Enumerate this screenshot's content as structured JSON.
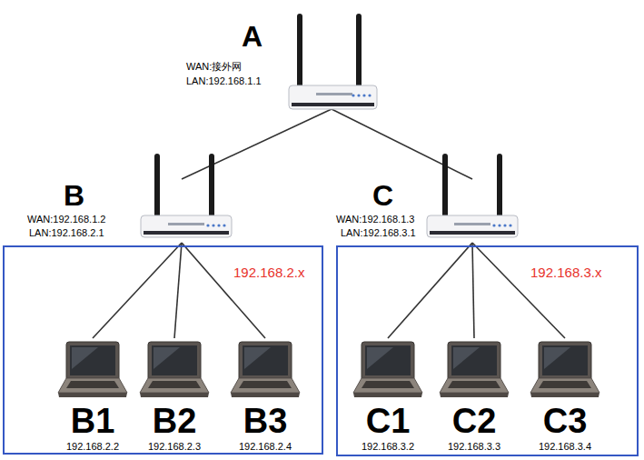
{
  "diagram": {
    "nodes": [
      {
        "text": [
          "A",
          "WAN:接外网",
          "LAN:192.168.1.1"
        ]
      },
      {
        "text": [
          "B",
          "WAN:192.168.1.2",
          "LAN:192.168.2.1"
        ]
      },
      {
        "text": [
          "C",
          "WAN:192.168.1.3",
          "LAN:192.168.3.1"
        ]
      },
      {
        "text": [
          "192.168.2.x"
        ]
      },
      {
        "text": [
          "B1",
          "192.168.2.2"
        ],
        "in": 3
      },
      {
        "text": [
          "B2",
          "192.168.2.3"
        ],
        "in": 3
      },
      {
        "text": [
          "B3",
          "192.168.2.4"
        ],
        "in": 3
      },
      {
        "text": [
          "192.168.3.x"
        ]
      },
      {
        "text": [
          "C1",
          "192.168.3.2"
        ],
        "in": 7
      },
      {
        "text": [
          "C2",
          "192.168.3.3"
        ],
        "in": 7
      },
      {
        "text": [
          "C3",
          "192.168.3.4"
        ],
        "in": 7
      }
    ],
    "edges": [
      {
        "from": 0,
        "to": 1,
        "arrow": "none"
      },
      {
        "from": 0,
        "to": 2,
        "arrow": "none"
      },
      {
        "from": 1,
        "to": 4,
        "arrow": "none"
      },
      {
        "from": 1,
        "to": 5,
        "arrow": "none"
      },
      {
        "from": 1,
        "to": 6,
        "arrow": "none"
      },
      {
        "from": 2,
        "to": 8,
        "arrow": "none"
      },
      {
        "from": 2,
        "to": 9,
        "arrow": "none"
      },
      {
        "from": 2,
        "to": 10,
        "arrow": "none"
      }
    ]
  }
}
